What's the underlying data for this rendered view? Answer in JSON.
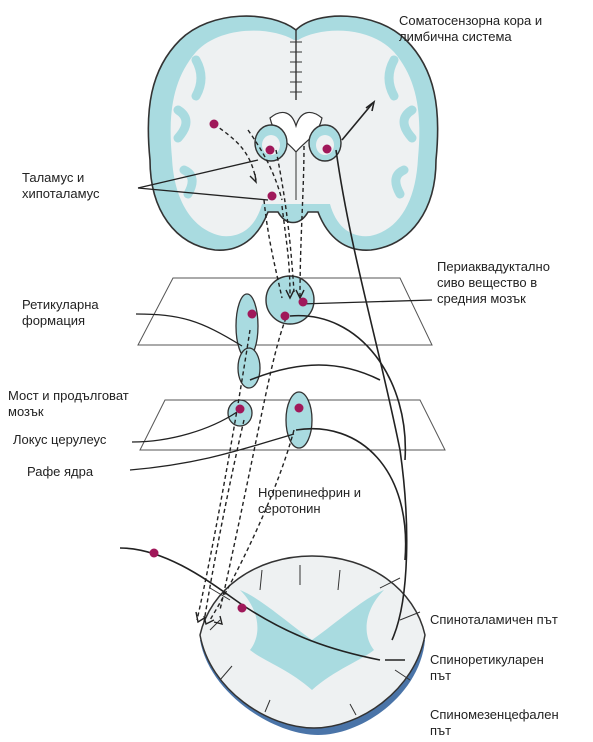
{
  "labels": {
    "cortex": "Соматосензорна кора и\nлимбична система",
    "thalamus": "Таламус и\nхипоталамус",
    "periaqueductal": "Периаквадуктално\nсиво вещество в\nсредния мозък",
    "reticular": "Ретикуларна\nформация",
    "pons": "Мост и продълговат\nмозък",
    "locus": "Локус церулеус",
    "raphe": "Рафе ядра",
    "norepi": "Норепинефрин и\nсеротонин",
    "spinothalamic": "Спиноталамичен път",
    "spinoreticular": "Спиноретикуларен\nпът",
    "spinomesencephalic": "Спиномезенцефален\nпът"
  },
  "colors": {
    "tissue": "#a9dbe0",
    "tissue_light": "#e9ecee",
    "outline": "#333333",
    "dot": "#a0185a",
    "spinal_base": "#4a74a8"
  }
}
